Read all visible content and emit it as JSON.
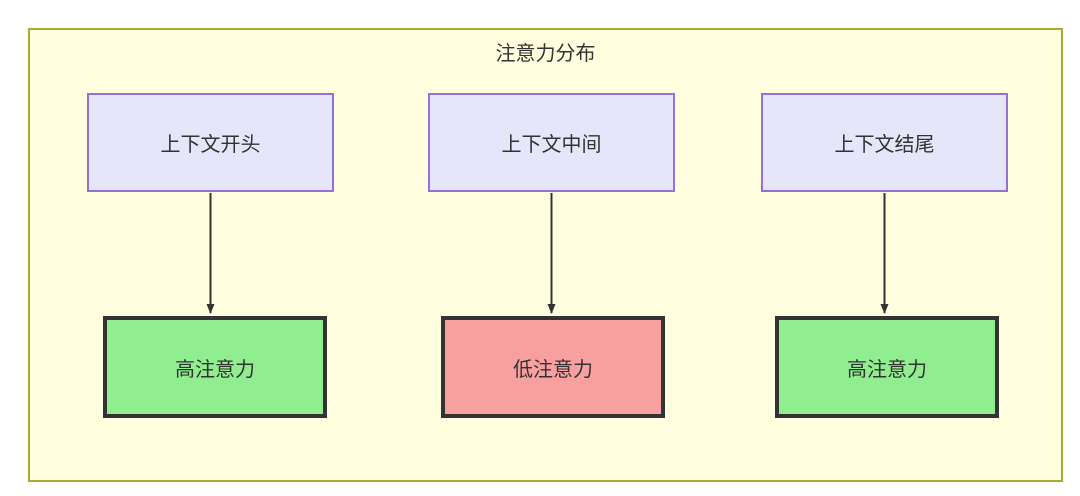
{
  "diagram": {
    "title": "注意力分布",
    "container": {
      "fill": "#ffffe0",
      "stroke": "#aaaa33"
    },
    "context_nodes": [
      {
        "id": "ctx-start",
        "label": "上下文开头",
        "fill": "#e6e6fa",
        "stroke": "#9370db"
      },
      {
        "id": "ctx-mid",
        "label": "上下文中间",
        "fill": "#e6e6fa",
        "stroke": "#9370db"
      },
      {
        "id": "ctx-end",
        "label": "上下文结尾",
        "fill": "#e6e6fa",
        "stroke": "#9370db"
      }
    ],
    "attention_nodes": [
      {
        "id": "attn-start",
        "label": "高注意力",
        "fill": "#90ee90",
        "stroke": "#333333"
      },
      {
        "id": "attn-mid",
        "label": "低注意力",
        "fill": "#f8a0a0",
        "stroke": "#333333"
      },
      {
        "id": "attn-end",
        "label": "高注意力",
        "fill": "#90ee90",
        "stroke": "#333333"
      }
    ],
    "edges": [
      {
        "from": "ctx-start",
        "to": "attn-start",
        "label": ""
      },
      {
        "from": "ctx-mid",
        "to": "attn-mid",
        "label": ""
      },
      {
        "from": "ctx-end",
        "to": "attn-end",
        "label": ""
      }
    ],
    "edge_color": "#333333"
  }
}
